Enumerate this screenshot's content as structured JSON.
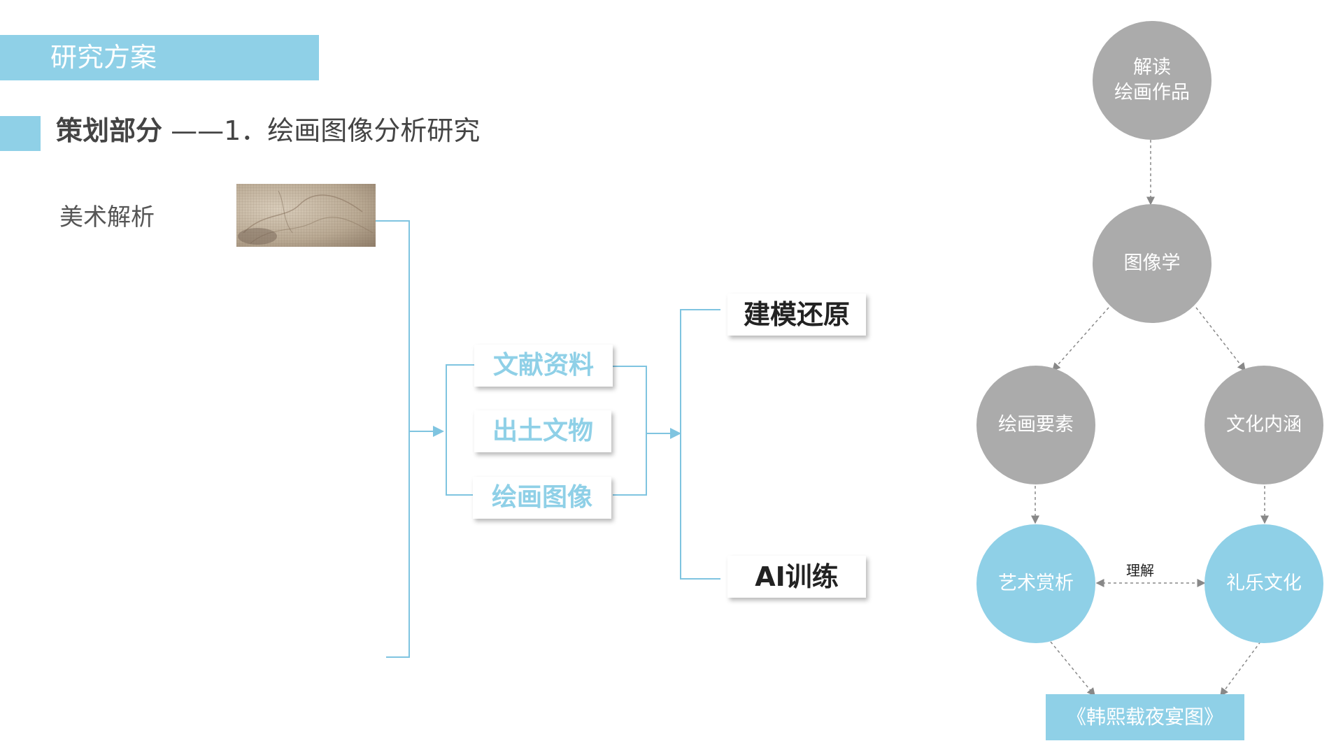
{
  "header": {
    "title": "研究方案",
    "section_bold": "策划部分",
    "section_rest": "——1．绘画图像分析研究",
    "subheading": "美术解析"
  },
  "sources": [
    "文献资料",
    "出土文物",
    "绘画图像"
  ],
  "outcomes": [
    "建模还原",
    "AI训练"
  ],
  "flow": {
    "top_line1": "解读",
    "top_line2": "绘画作品",
    "iconography": "图像学",
    "elements": "绘画要素",
    "connotation": "文化内涵",
    "appreciation": "艺术赏析",
    "rites_music": "礼乐文化",
    "relation_label": "理解",
    "painting_title": "《韩熙载夜宴图》"
  },
  "colors": {
    "accent_blue": "#8fd0e7",
    "circle_gray": "#ababab",
    "line_blue": "#7fc4e0"
  }
}
